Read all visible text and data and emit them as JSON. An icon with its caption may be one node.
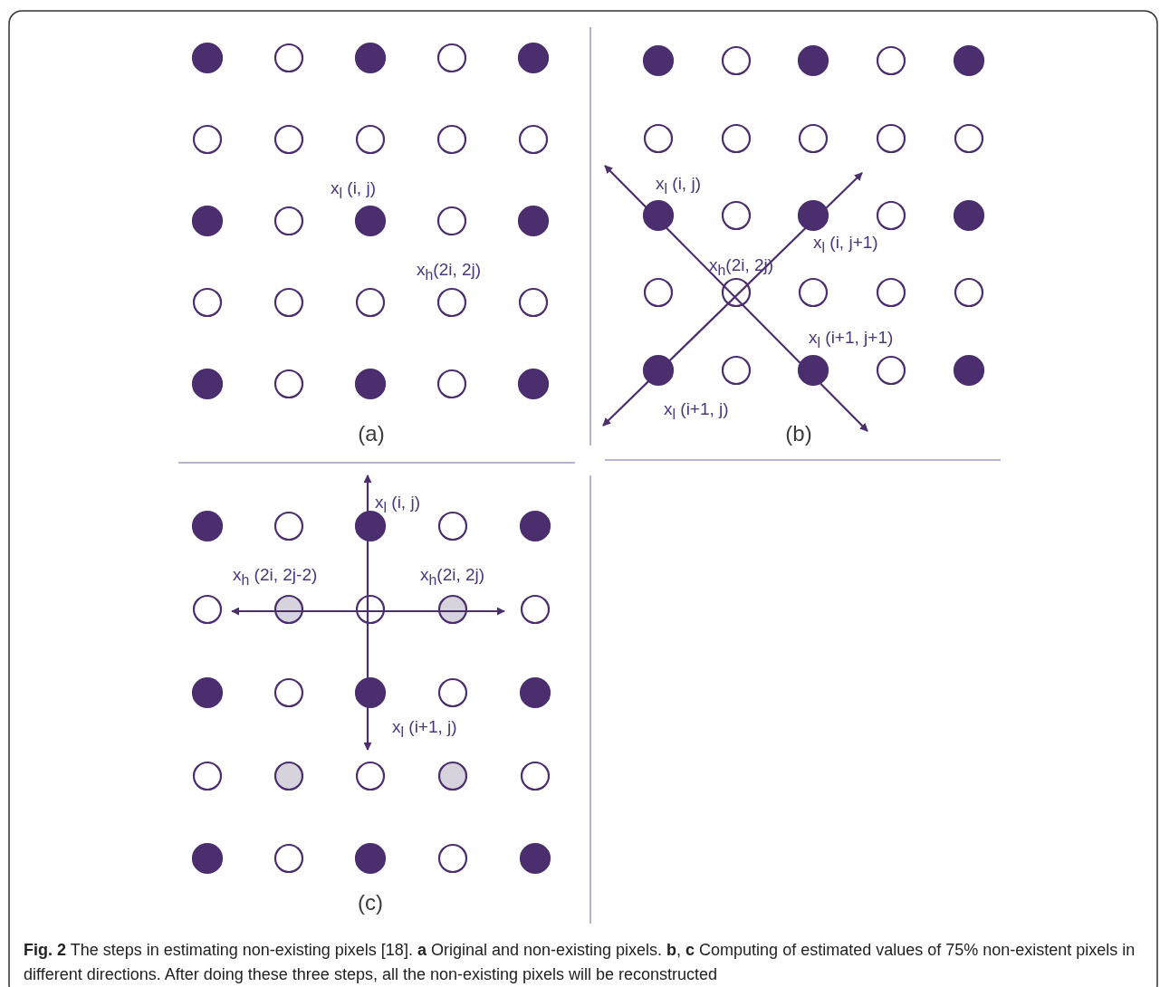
{
  "diagram": {
    "caption": "**Fig. 2** The steps in estimating non-existing pixels [18]. **a** Original and non-existing pixels. **b**, **c** Computing of estimated values of 75% non-existent pixels in different directions. After doing these three steps, all the non-existing pixels will be reconstructed",
    "labels": [
      "x$_{l}$ (i, j)",
      "x$_{h}$(2i, 2j)",
      "(a)",
      "x$_{l}$ (i, j)",
      "x$_{l}$ (i, j+1)",
      "x$_{h}$(2i, 2j)",
      "x$_{l}$ (i+1, j+1)",
      "x$_{l}$ (i+1, j)",
      "(b)",
      "x$_{l}$ (i, j)",
      "x$_{h}$ (2i, 2j-2)",
      "x$_{h}$(2i, 2j)",
      "x$_{l}$ (i+1, j)",
      "(c)"
    ]
  }
}
